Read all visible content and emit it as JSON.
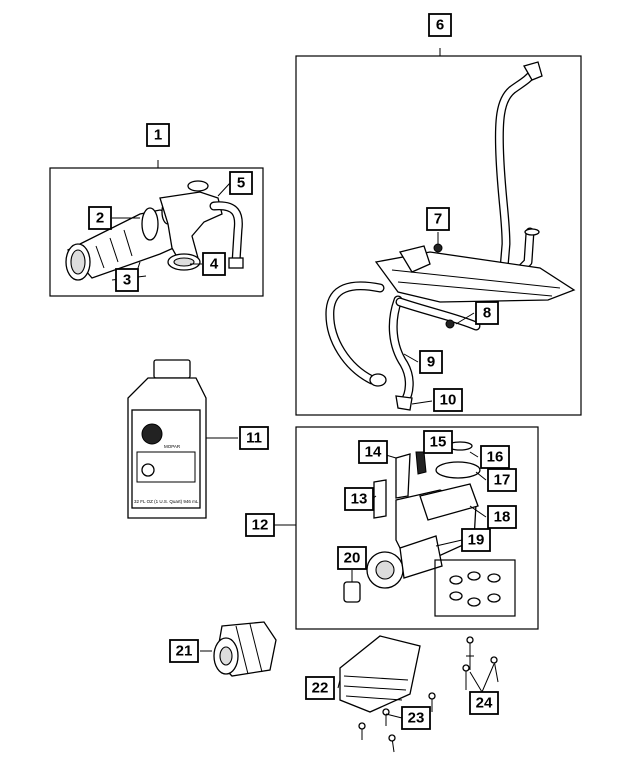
{
  "callouts": [
    {
      "id": "1",
      "label": "1"
    },
    {
      "id": "2",
      "label": "2"
    },
    {
      "id": "3",
      "label": "3"
    },
    {
      "id": "4",
      "label": "4"
    },
    {
      "id": "5",
      "label": "5"
    },
    {
      "id": "6",
      "label": "6"
    },
    {
      "id": "7",
      "label": "7"
    },
    {
      "id": "8",
      "label": "8"
    },
    {
      "id": "9",
      "label": "9"
    },
    {
      "id": "10",
      "label": "10"
    },
    {
      "id": "11",
      "label": "11"
    },
    {
      "id": "12",
      "label": "12"
    },
    {
      "id": "13",
      "label": "13"
    },
    {
      "id": "14",
      "label": "14"
    },
    {
      "id": "15",
      "label": "15"
    },
    {
      "id": "16",
      "label": "16"
    },
    {
      "id": "17",
      "label": "17"
    },
    {
      "id": "18",
      "label": "18"
    },
    {
      "id": "19",
      "label": "19"
    },
    {
      "id": "20",
      "label": "20"
    },
    {
      "id": "21",
      "label": "21"
    },
    {
      "id": "22",
      "label": "22"
    },
    {
      "id": "23",
      "label": "23"
    },
    {
      "id": "24",
      "label": "24"
    }
  ],
  "bottle": {
    "brand": "MOPAR",
    "volume": "32 FL OZ (1 U.S. Quart) 946 mL"
  }
}
